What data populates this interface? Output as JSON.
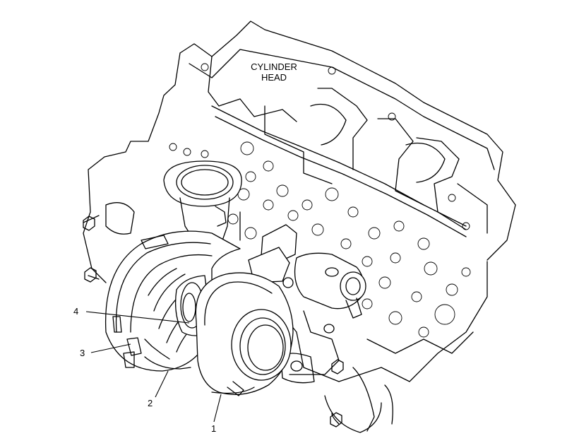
{
  "labels": {
    "cylinder_head_line1": "CYLINDER",
    "cylinder_head_line2": "HEAD"
  },
  "callouts": [
    {
      "number": "1"
    },
    {
      "number": "2"
    },
    {
      "number": "3"
    },
    {
      "number": "4"
    }
  ]
}
